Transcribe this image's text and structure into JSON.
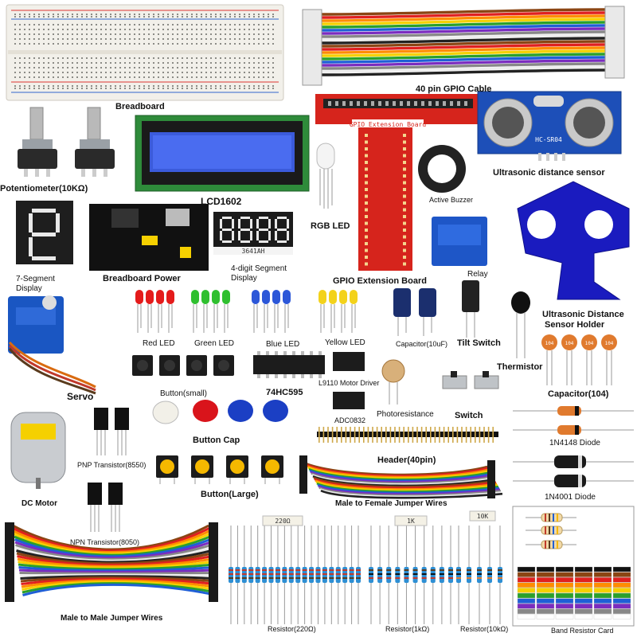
{
  "labels": {
    "breadboard": "Breadboard",
    "gpio_cable": "40 pin GPIO Cable",
    "ultrasonic_sensor": "Ultrasonic distance sensor",
    "potentiometer": "Potentiometer(10KΩ)",
    "lcd1602": "LCD1602",
    "rgb_led": "RGB LED",
    "active_buzzer": "Active Buzzer",
    "seven_segment_line1": "7-Segment",
    "seven_segment_line2": "Display",
    "breadboard_power": "Breadboard Power",
    "four_digit_line1": "4-digit Segment",
    "four_digit_line2": "Display",
    "gpio_extension_board": "GPIO Extension Board",
    "relay": "Relay",
    "sensor_holder_line1": "Ultrasonic Distance",
    "sensor_holder_line2": "Sensor Holder",
    "red_led": "Red LED",
    "green_led": "Green LED",
    "blue_led": "Blue LED",
    "yellow_led": "Yellow LED",
    "capacitor_10uf": "Capacitor(10uF)",
    "tilt_switch": "Tilt Switch",
    "thermistor": "Thermistor",
    "servo": "Servo",
    "button_small": "Button(small)",
    "ic_74hc595": "74HC595",
    "l9110": "L9110 Motor Driver",
    "photoresistance": "Photoresistance",
    "switch": "Switch",
    "capacitor_104": "Capacitor(104)",
    "adc0832": "ADC0832",
    "button_cap": "Button Cap",
    "diode_1n4148": "1N4148 Diode",
    "pnp_transistor": "PNP Transistor(8550)",
    "header_40pin": "Header(40pin)",
    "button_large": "Button(Large)",
    "diode_1n4001": "1N4001 Diode",
    "dc_motor": "DC Motor",
    "male_female_wires": "Male to Female Jumper Wires",
    "npn_transistor": "NPN Transistor(8050)",
    "male_male_wires": "Male to Male Jumper Wires",
    "resistor_220": "Resistor(220Ω)",
    "resistor_1k": "Resistor(1kΩ)",
    "resistor_10k": "Resistor(10kΩ)",
    "band_resistor_card": "Band Resistor Card"
  },
  "printed": {
    "gpio_board_header": "GPIO Extension Board",
    "hc_sr04": "HC-SR04",
    "segment_code": "3641AH",
    "resistor_tag_220": "220Ω",
    "resistor_tag_1k": "1K",
    "resistor_tag_10k": "10K",
    "cap_code": "104"
  }
}
